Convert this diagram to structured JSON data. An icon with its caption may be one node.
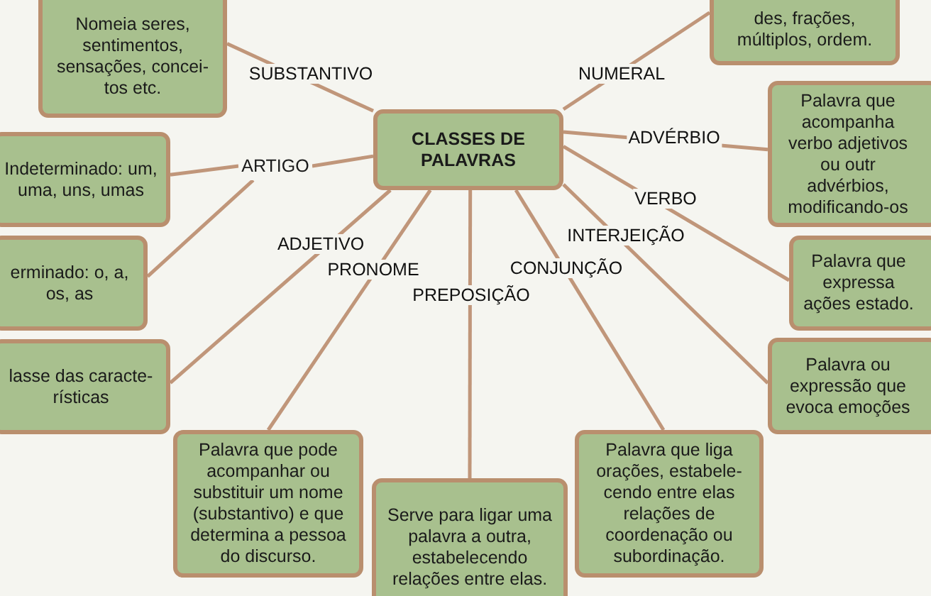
{
  "diagram": {
    "nodes": [
      {
        "text": [
          "CLASSES DE PALAVRAS"
        ]
      },
      {
        "text": [
          "Nomeia seres, sentimentos, sensações, concei- tos etc."
        ]
      },
      {
        "text": [
          "des, frações, múltiplos, ordem."
        ]
      },
      {
        "text": [
          "ARTIGO"
        ]
      },
      {
        "text": [
          "Indeterminado: um, uma, uns, umas"
        ]
      },
      {
        "text": [
          "erminado: o, a, os, as"
        ]
      },
      {
        "text": [
          "lasse das caracte- rísticas"
        ]
      },
      {
        "text": [
          "Palavra que pode acompanhar ou substituir um nome (substantivo) e que determina a pessoa do discurso."
        ]
      },
      {
        "text": [
          "Serve para ligar uma palavra a outra, estabelecendo relações entre elas."
        ]
      },
      {
        "text": [
          "Palavra que liga orações, estabele- cendo entre elas relações de coordenação ou subordinação."
        ]
      },
      {
        "text": [
          "Palavra que acompanha verbo adjetivos ou outr advérbios, modificando-os"
        ]
      },
      {
        "text": [
          "Palavra que expressa ações estado."
        ]
      },
      {
        "text": [
          "Palavra ou expressão que evoca emoções"
        ]
      }
    ],
    "edges": [
      {
        "from": 0,
        "to": 1,
        "arrow": "none",
        "label": "SUBSTANTIVO"
      },
      {
        "from": 0,
        "to": 2,
        "arrow": "none",
        "label": "NUMERAL"
      },
      {
        "from": 0,
        "to": 3,
        "arrow": "none"
      },
      {
        "from": 3,
        "to": 4,
        "arrow": "none"
      },
      {
        "from": 3,
        "to": 5,
        "arrow": "none"
      },
      {
        "from": 0,
        "to": 6,
        "arrow": "none",
        "label": "ADJETIVO"
      },
      {
        "from": 0,
        "to": 7,
        "arrow": "none",
        "label": "PRONOME"
      },
      {
        "from": 0,
        "to": 8,
        "arrow": "none",
        "label": "PREPOSIÇÃO"
      },
      {
        "from": 0,
        "to": 9,
        "arrow": "none",
        "label": "CONJUNÇÃO"
      },
      {
        "from": 0,
        "to": 10,
        "arrow": "none",
        "label": "ADVÉRBIO"
      },
      {
        "from": 0,
        "to": 11,
        "arrow": "none",
        "label": "VERBO"
      },
      {
        "from": 0,
        "to": 12,
        "arrow": "none",
        "label": "INTERJEIÇÃO"
      }
    ]
  }
}
